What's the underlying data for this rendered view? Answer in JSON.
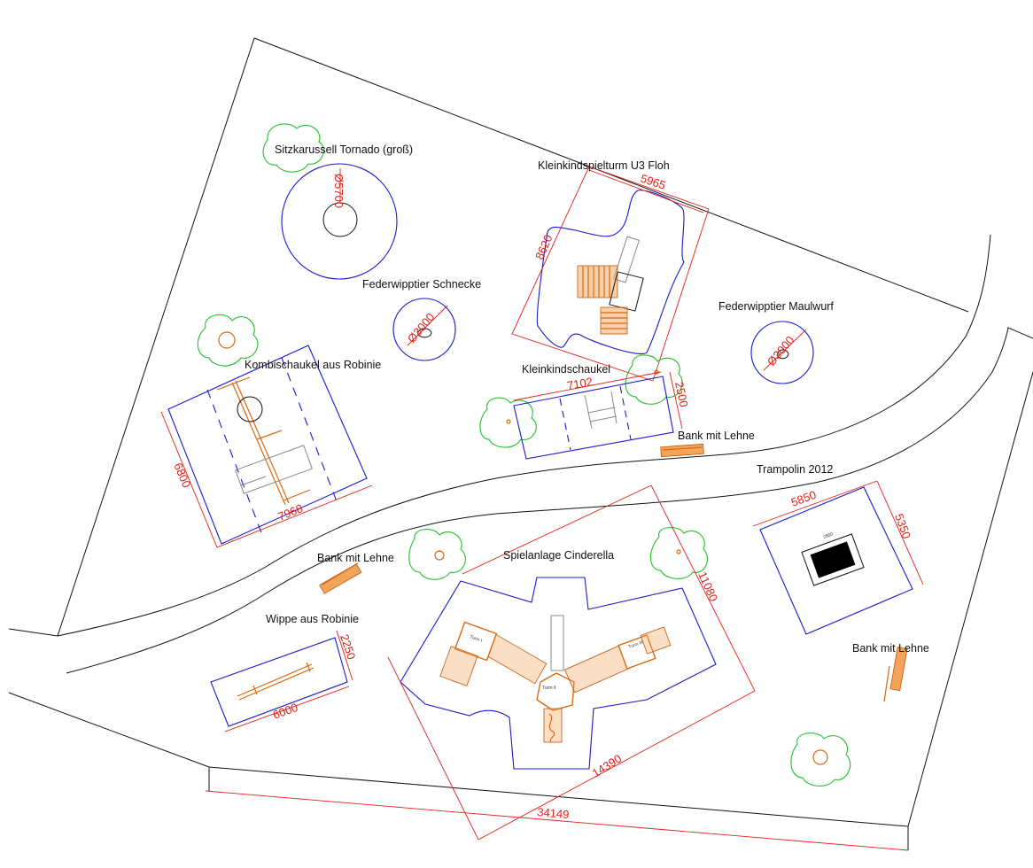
{
  "labels": {
    "sitzkarussell": "Sitzkarussell Tornado (groß)",
    "kleinkindspielturm": "Kleinkindspielturm U3 Floh",
    "federwipptier_schnecke": "Federwipptier Schnecke",
    "federwipptier_maulwurf": "Federwipptier Maulwurf",
    "kombischaukel": "Kombischaukel aus Robinie",
    "kleinkindschaukel": "Kleinkindschaukel",
    "bank1": "Bank mit Lehne",
    "bank2": "Bank mit Lehne",
    "bank3": "Bank mit Lehne",
    "trampolin": "Trampolin 2012",
    "spielanlage": "Spielanlage Cinderella",
    "wippe": "Wippe aus Robinie"
  },
  "dimensions": {
    "karussell_diameter": "Ø5700",
    "schnecke_diameter": "Ø3000",
    "maulwurf_diameter": "Ø3000",
    "spielturm_width": "5965",
    "spielturm_length": "8620",
    "kleinkindschaukel_length": "7102",
    "kleinkindschaukel_width": "2500",
    "kombischaukel_width": "6800",
    "kombischaukel_length": "7968",
    "trampolin_width": "5850",
    "trampolin_length": "5350",
    "spielanlage_width": "11080",
    "spielanlage_length": "14390",
    "wippe_width": "2250",
    "wippe_length": "6000",
    "total_length": "34149"
  },
  "colors": {
    "boundary": "#111111",
    "safety_zone": "#1a1acc",
    "dimension": "#e0201a",
    "vegetation": "#22c02a",
    "equipment": "#d86a12"
  }
}
